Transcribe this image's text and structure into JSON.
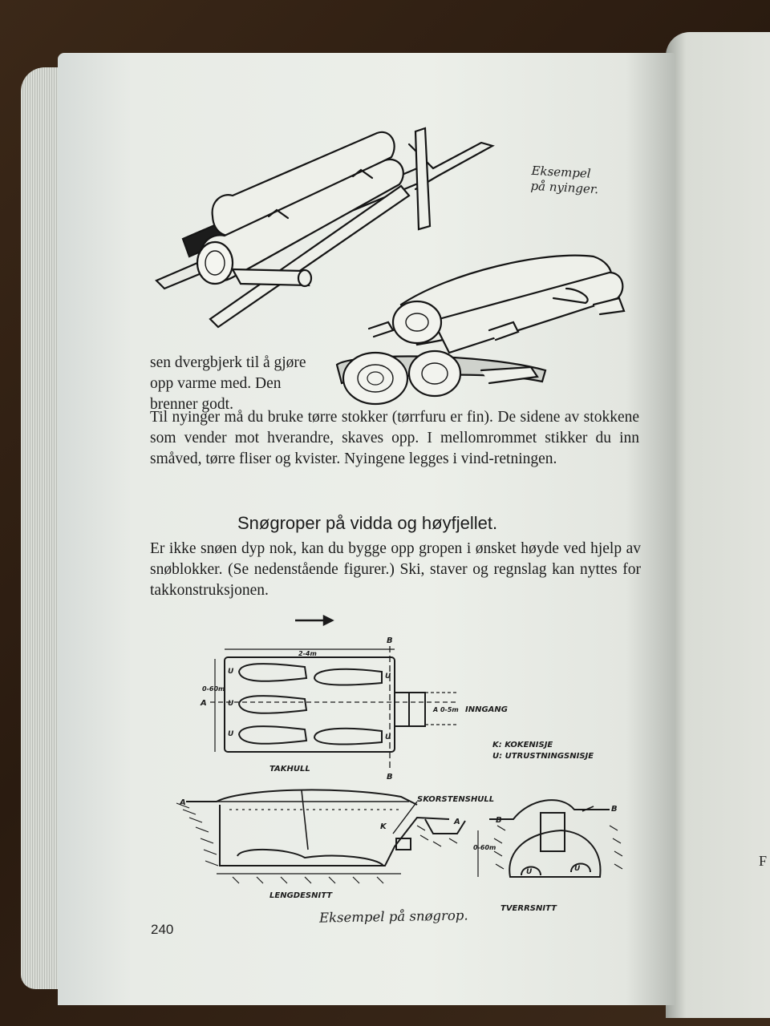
{
  "caption_top": [
    "Eksempel",
    "på nyinger."
  ],
  "intro_text": "sen dvergbjerk til å gjøre opp varme med. Den brenner godt.",
  "paragraph_1": "Til nyinger må du bruke tørre stokker (tørrfuru er fin). De sidene av stokkene som vender mot hverandre, skaves opp. I mellomrommet stikker du inn småved, tørre fliser og kvister. Nyingene legges i vind-retningen.",
  "heading": "Snøgroper på vidda og høyfjellet.",
  "paragraph_2": "Er ikke snøen dyp nok, kan du bygge opp gropen i ønsket høyde ved hjelp av snøblokker. (Se nedenstående figurer.) Ski, staver og regnslag kan nyttes for takkonstruksjonen.",
  "diagram_labels": {
    "b": "B",
    "a": "A",
    "u": "U",
    "dim_top": "2-4m",
    "dim_side": "0-60m",
    "a_dim": "A 0-5m",
    "inngang": "INNGANG",
    "kokenisje": "K: KOKENISJE",
    "utrustningsnisje": "U: UTRUSTNINGSNISJE",
    "takhull": "TAKHULL",
    "skorstenshull": "SKORSTENSHULL",
    "k": "K",
    "lengdesnitt": "LENGDESNITT",
    "tverrsnitt": "TVERRSNITT",
    "dim_cross": "0-60m"
  },
  "caption_bottom": "Eksempel på snøgrop.",
  "page_number": "240",
  "margin_letter": "F"
}
